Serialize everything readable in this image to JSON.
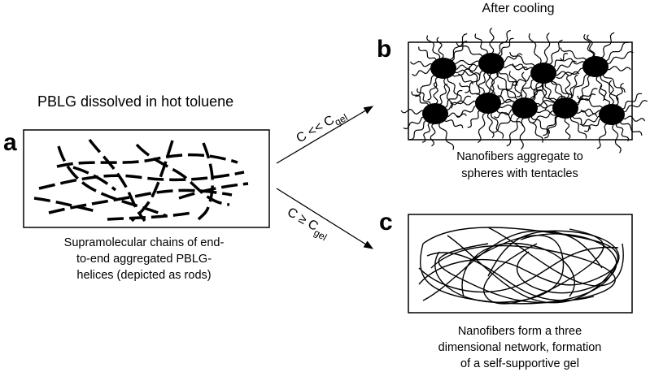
{
  "panel_a": {
    "letter": "a",
    "title": "PBLG dissolved in hot toluene",
    "caption": [
      "Supramolecular chains of end-",
      "to-end aggregated PBLG-",
      "helices (depicted as rods)"
    ]
  },
  "panel_b": {
    "letter": "b",
    "title": "After cooling",
    "caption": [
      "Nanofibers aggregate to",
      "spheres with tentacles"
    ]
  },
  "panel_c": {
    "letter": "c",
    "caption": [
      "Nanofibers form a three",
      "dimensional network, formation",
      "of a self-supportive gel"
    ]
  },
  "arrow_upper": {
    "prefix": "C << C",
    "sub": "gel"
  },
  "arrow_lower": {
    "prefix": "C ≥ C",
    "sub": "gel"
  }
}
